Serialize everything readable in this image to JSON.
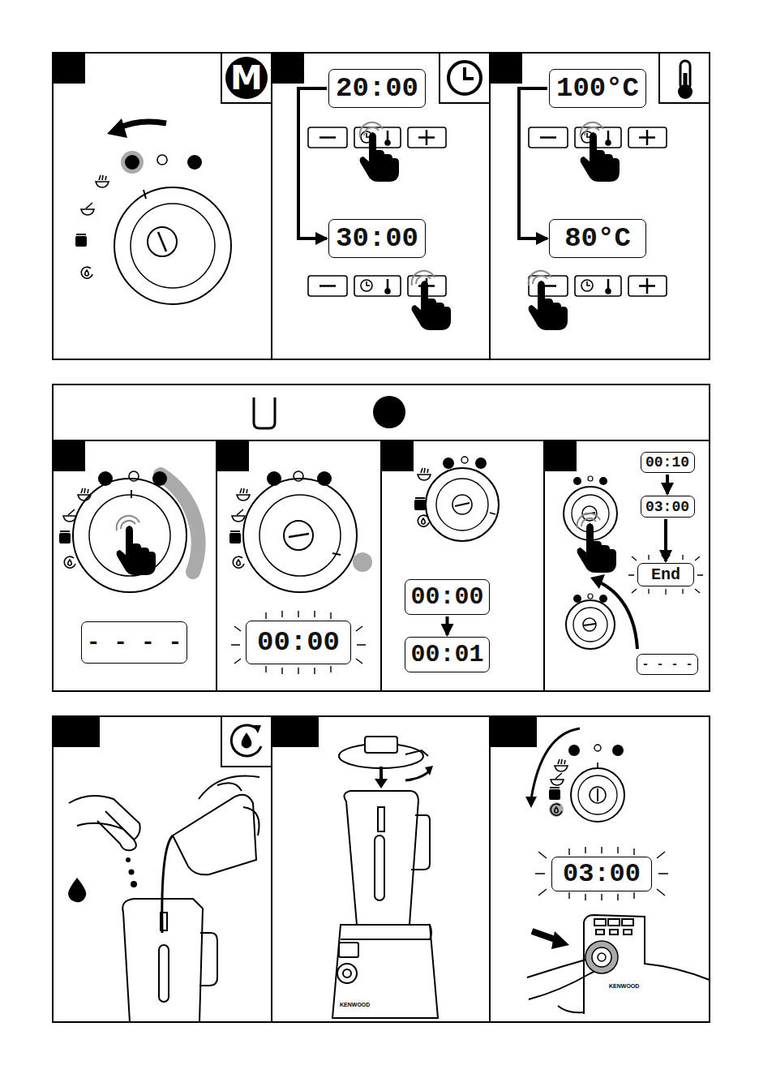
{
  "diagram": {
    "nodes": [
      {
        "text": [
          "M"
        ]
      },
      {
        "text": [
          "20:00"
        ]
      },
      {
        "text": [
          "30:00"
        ]
      },
      {
        "text": [
          "100°C"
        ]
      },
      {
        "text": [
          "80°C"
        ]
      },
      {
        "text": [
          "- - - -"
        ]
      },
      {
        "text": [
          "00:00"
        ]
      },
      {
        "text": [
          "00:00"
        ]
      },
      {
        "text": [
          "00:01"
        ]
      },
      {
        "text": [
          "00:10"
        ]
      },
      {
        "text": [
          "03:00"
        ]
      },
      {
        "text": [
          "End"
        ]
      },
      {
        "text": [
          "- - - -"
        ]
      },
      {
        "text": [
          "03:00"
        ]
      }
    ],
    "edges": [
      {
        "from": 1,
        "to": 2,
        "arrow": "to"
      },
      {
        "from": 3,
        "to": 4,
        "arrow": "to"
      },
      {
        "from": 7,
        "to": 8,
        "arrow": "to"
      },
      {
        "from": 9,
        "to": 10,
        "arrow": "to"
      },
      {
        "from": 10,
        "to": 11,
        "arrow": "to"
      }
    ],
    "labels": [
      "KENWOOD",
      "KENWOOD"
    ]
  }
}
